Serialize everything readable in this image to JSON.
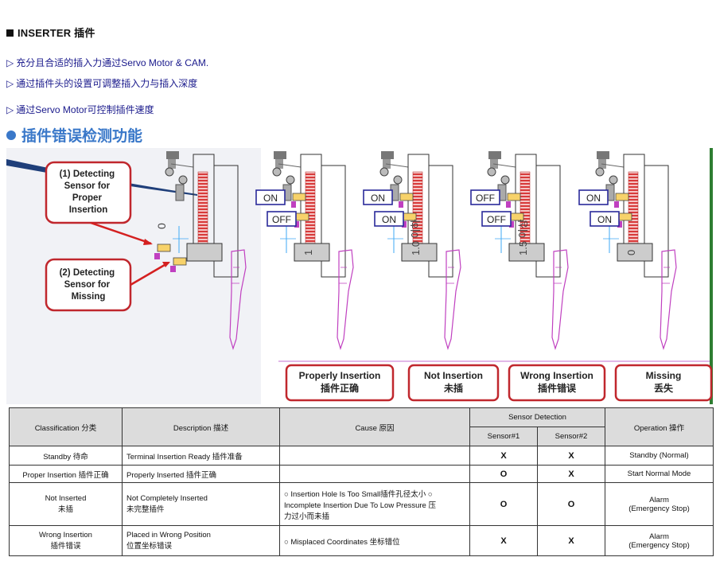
{
  "header": {
    "title": "INSERTER 插件"
  },
  "bullets": [
    "充分且合适的插入力通过Servo Motor & CAM.",
    "通过插件头的设置可调整插入力与插入深度",
    "通过Servo Motor可控制插件速度"
  ],
  "section_title": "插件错误检测功能",
  "figure": {
    "callout1": [
      "(1) Detecting",
      "Sensor for",
      "Proper",
      "Insertion"
    ],
    "callout2": [
      "(2) Detecting",
      "Sensor for",
      "Missing"
    ],
    "panels": [
      {
        "top_sensor": "",
        "bottom_sensor": "",
        "dim_value": "0",
        "label_en": "",
        "label_cn": ""
      },
      {
        "top_sensor": "ON",
        "bottom_sensor": "OFF",
        "dim_value": "1",
        "label_en": "Properly Insertion",
        "label_cn": "插件正确"
      },
      {
        "top_sensor": "ON",
        "bottom_sensor": "ON",
        "dim_value": "1.0 이하",
        "label_en": "Not Insertion",
        "label_cn": "未插"
      },
      {
        "top_sensor": "OFF",
        "bottom_sensor": "OFF",
        "dim_value": "1.5 이상",
        "label_en": "Wrong Insertion",
        "label_cn": "插件错误"
      },
      {
        "top_sensor": "ON",
        "bottom_sensor": "ON",
        "dim_value": "0",
        "label_en": "Missing",
        "label_cn": "丢失"
      }
    ]
  },
  "table": {
    "headers": {
      "classification": "Classification 分类",
      "description": "Description 描述",
      "cause": "Cause 原因",
      "sensor_detection": "Sensor Detection",
      "sensor1": "Sensor#1",
      "sensor2": "Sensor#2",
      "operation": "Operation 操作"
    },
    "rows": [
      {
        "classification": [
          "Standby 待命"
        ],
        "description": [
          "Terminal Insertion Ready 插件准备"
        ],
        "cause": [
          ""
        ],
        "sensor1": "X",
        "sensor2": "X",
        "operation": [
          "Standby (Normal)"
        ]
      },
      {
        "classification": [
          "Proper Insertion 插件正确"
        ],
        "description": [
          "Properly Inserted 插件正确"
        ],
        "cause": [
          ""
        ],
        "sensor1": "O",
        "sensor2": "X",
        "operation": [
          "Start Normal Mode"
        ]
      },
      {
        "classification": [
          "Not Inserted",
          "未插"
        ],
        "description": [
          "Not Completely Inserted",
          "未完整插件"
        ],
        "cause": [
          "○ Insertion Hole Is Too Small插件孔径太小 ○",
          "Incomplete Insertion Due To Low Pressure  压",
          "力过小而未插"
        ],
        "sensor1": "O",
        "sensor2": "O",
        "operation": [
          "Alarm",
          "(Emergency Stop)"
        ]
      },
      {
        "classification": [
          "Wrong Insertion",
          "插件错误"
        ],
        "description": [
          "Placed in Wrong Position",
          "位置坐标错误"
        ],
        "cause": [
          "○ Misplaced Coordinates 坐标错位"
        ],
        "sensor1": "X",
        "sensor2": "X",
        "operation": [
          "Alarm",
          "(Emergency Stop)"
        ]
      }
    ]
  },
  "colors": {
    "accent_blue": "#3a78c9",
    "callout_red": "#c0272d",
    "sensor_blue": "#2a2a9a",
    "machine_magenta": "#c040c0",
    "coil_red": "#d83a3a"
  }
}
